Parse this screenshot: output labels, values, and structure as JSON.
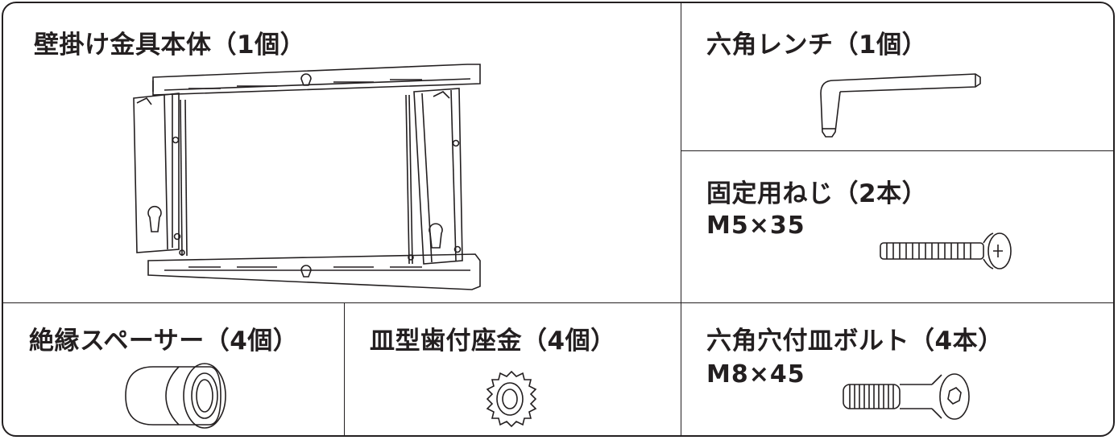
{
  "items": {
    "bracket": {
      "label": "壁掛け金具本体（1個）"
    },
    "hex_wrench": {
      "label": "六角レンチ（1個）"
    },
    "screw": {
      "label": "固定用ねじ（2本）",
      "size": "M5×35"
    },
    "spacer": {
      "label": "絶縁スペーサー（4個）"
    },
    "washer": {
      "label": "皿型歯付座金（4個）"
    },
    "bolt": {
      "label": "六角穴付皿ボルト（4本）",
      "size": "M8×45"
    }
  }
}
